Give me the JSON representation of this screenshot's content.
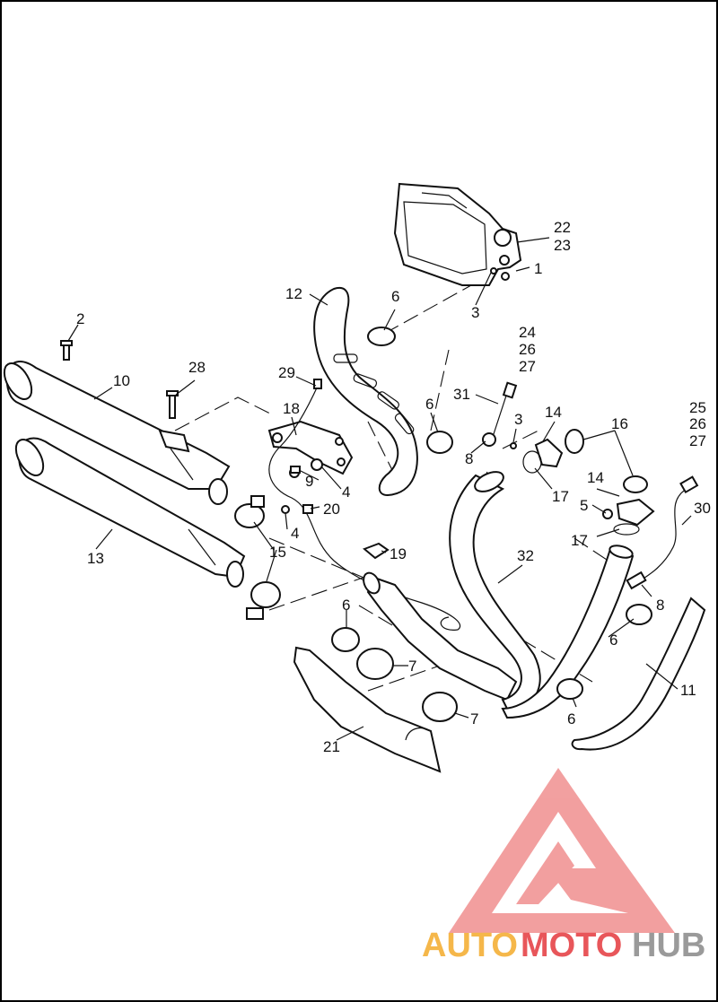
{
  "callouts": [
    {
      "id": "c1",
      "text": "1"
    },
    {
      "id": "c2",
      "text": "2"
    },
    {
      "id": "c3a",
      "text": "3"
    },
    {
      "id": "c3b",
      "text": "3"
    },
    {
      "id": "c4a",
      "text": "4"
    },
    {
      "id": "c4b",
      "text": "4"
    },
    {
      "id": "c5",
      "text": "5"
    },
    {
      "id": "c6a",
      "text": "6"
    },
    {
      "id": "c6b",
      "text": "6"
    },
    {
      "id": "c6c",
      "text": "6"
    },
    {
      "id": "c6d",
      "text": "6"
    },
    {
      "id": "c6e",
      "text": "6"
    },
    {
      "id": "c7a",
      "text": "7"
    },
    {
      "id": "c7b",
      "text": "7"
    },
    {
      "id": "c8a",
      "text": "8"
    },
    {
      "id": "c8b",
      "text": "8"
    },
    {
      "id": "c9",
      "text": "9"
    },
    {
      "id": "c10",
      "text": "10"
    },
    {
      "id": "c11",
      "text": "11"
    },
    {
      "id": "c12",
      "text": "12"
    },
    {
      "id": "c13",
      "text": "13"
    },
    {
      "id": "c14a",
      "text": "14"
    },
    {
      "id": "c14b",
      "text": "14"
    },
    {
      "id": "c15",
      "text": "15"
    },
    {
      "id": "c16",
      "text": "16"
    },
    {
      "id": "c17a",
      "text": "17"
    },
    {
      "id": "c17b",
      "text": "17"
    },
    {
      "id": "c18",
      "text": "18"
    },
    {
      "id": "c19",
      "text": "19"
    },
    {
      "id": "c20",
      "text": "20"
    },
    {
      "id": "c21",
      "text": "21"
    },
    {
      "id": "c22",
      "text": "22"
    },
    {
      "id": "c23",
      "text": "23"
    },
    {
      "id": "c24",
      "text": "24"
    },
    {
      "id": "c26a",
      "text": "26"
    },
    {
      "id": "c27a",
      "text": "27"
    },
    {
      "id": "c25",
      "text": "25"
    },
    {
      "id": "c26b",
      "text": "26"
    },
    {
      "id": "c27b",
      "text": "27"
    },
    {
      "id": "c28",
      "text": "28"
    },
    {
      "id": "c29",
      "text": "29"
    },
    {
      "id": "c30",
      "text": "30"
    },
    {
      "id": "c31",
      "text": "31"
    },
    {
      "id": "c32",
      "text": "32"
    }
  ],
  "watermark": {
    "part1": "AUTO",
    "part2": "MOTO",
    "part3": "HUB",
    "color_light": "#f5b74a",
    "color_red": "#e8565a",
    "color_gray": "#9a9a9a"
  },
  "colors": {
    "line": "#111111",
    "background": "#ffffff",
    "logo_red": "#ee8080"
  }
}
